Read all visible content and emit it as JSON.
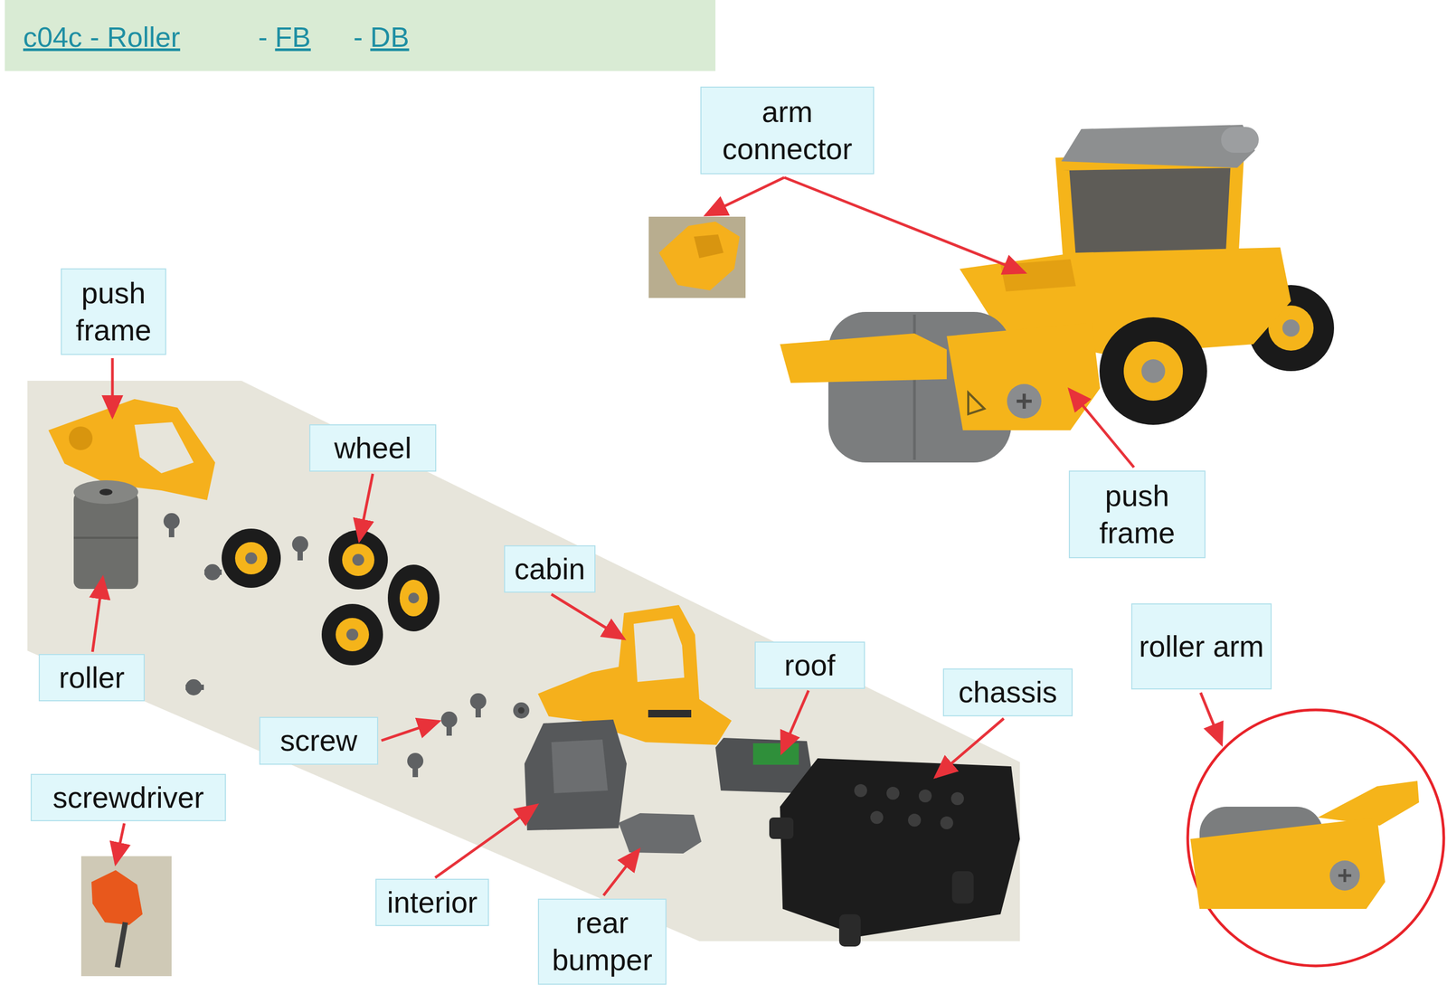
{
  "diagram": {
    "nodes": [
      {
        "text": [
          "c04c - Roller",
          "-",
          "FB",
          "-",
          "DB"
        ]
      },
      {
        "text": [
          "arm connector"
        ]
      },
      {
        "text": [
          "push frame"
        ]
      },
      {
        "text": [
          "wheel"
        ]
      },
      {
        "text": [
          "push frame"
        ]
      },
      {
        "text": [
          "cabin"
        ]
      },
      {
        "text": [
          "roof"
        ]
      },
      {
        "text": [
          "roller arm"
        ]
      },
      {
        "text": [
          "chassis"
        ]
      },
      {
        "text": [
          "roller"
        ]
      },
      {
        "text": [
          "screw"
        ]
      },
      {
        "text": [
          "screwdriver"
        ]
      },
      {
        "text": [
          "interior"
        ]
      },
      {
        "text": [
          "rear bumper"
        ]
      }
    ]
  }
}
